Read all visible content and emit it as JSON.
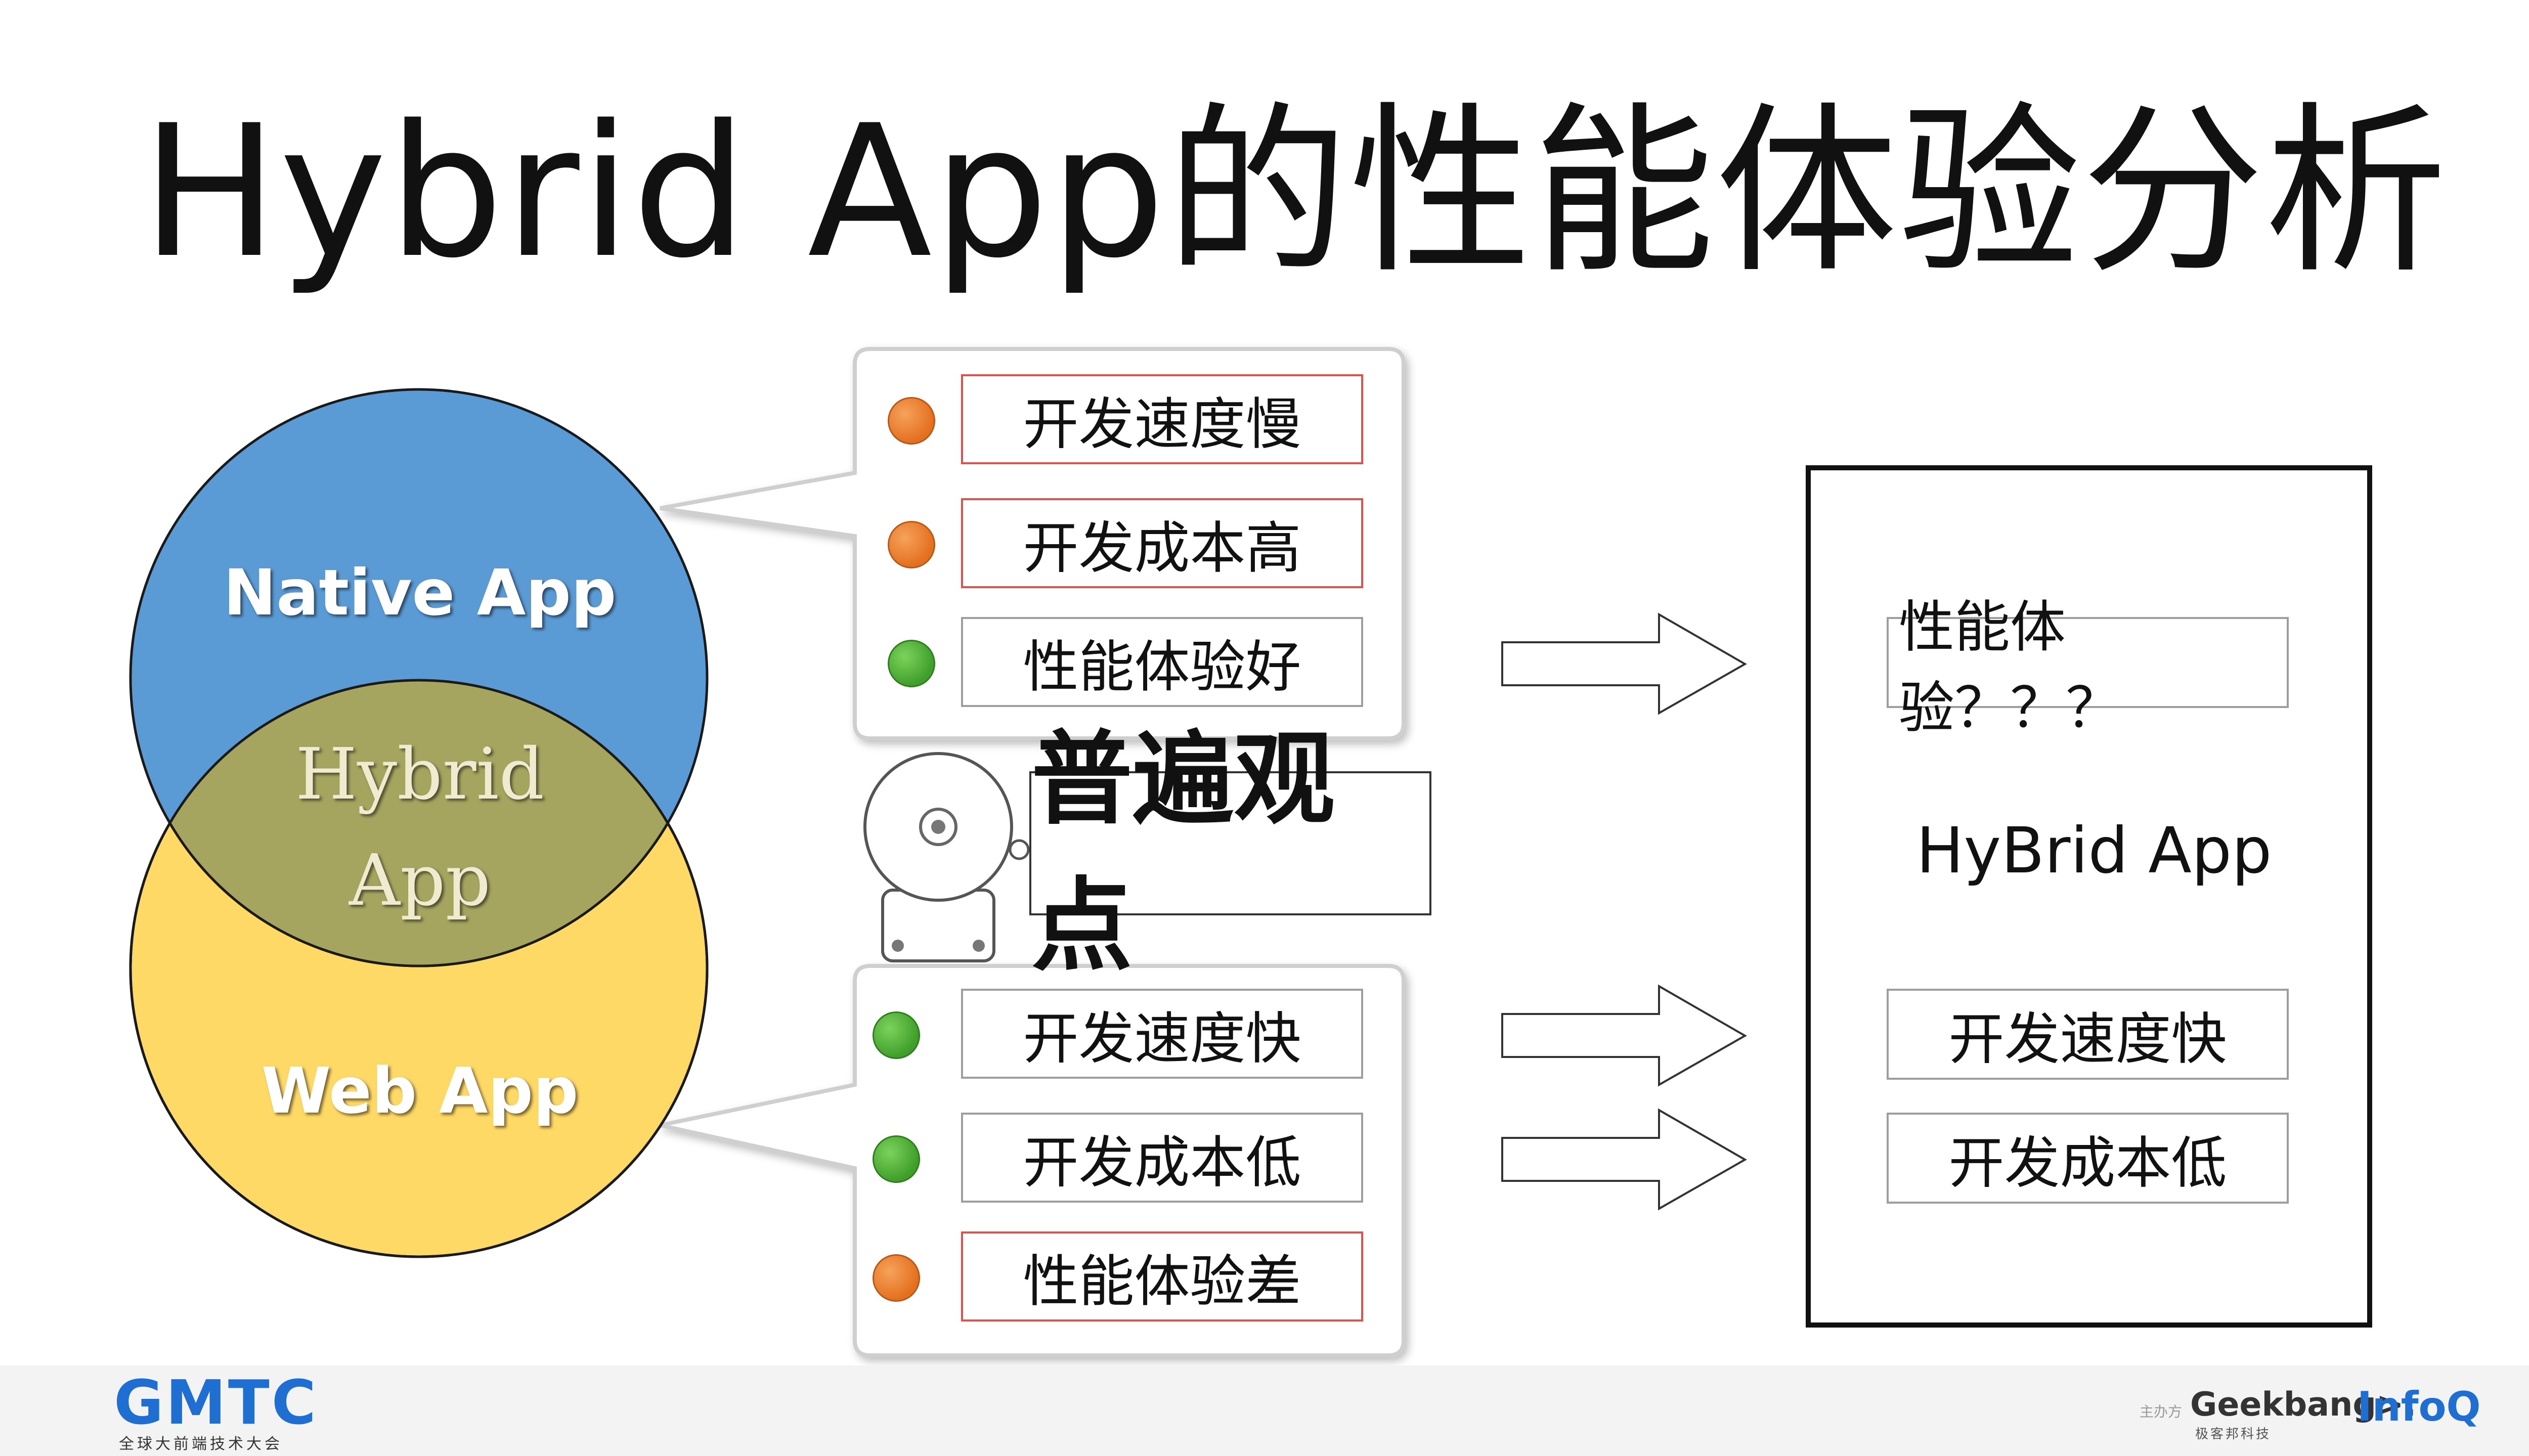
{
  "title": "Hybrid App的性能体验分析",
  "venn": {
    "native_label": "Native App",
    "hybrid_label_line1": "Hybrid",
    "hybrid_label_line2": "App",
    "web_label": "Web App",
    "native_color": "#5b9bd5",
    "web_color": "#ffd966",
    "overlap_color": "#a6a560"
  },
  "native_items": [
    {
      "label": "开发速度慢",
      "status": "orange"
    },
    {
      "label": "开发成本高",
      "status": "orange"
    },
    {
      "label": "性能体验好",
      "status": "green"
    }
  ],
  "web_items": [
    {
      "label": "开发速度快",
      "status": "green"
    },
    {
      "label": "开发成本低",
      "status": "green"
    },
    {
      "label": "性能体验差",
      "status": "orange"
    }
  ],
  "common_view": "普遍观点",
  "hybrid_box": {
    "performance": "性能体验？？？",
    "name": "HyBrid App",
    "speed": "开发速度快",
    "cost": "开发成本低"
  },
  "footer": {
    "left_logo": "GMTC",
    "left_subtitle": "全球大前端技术大会",
    "organizer_label": "主办方",
    "geekbang": "Geekbang>.",
    "geekbang_sub": "极客邦科技",
    "infoq": "InfoQ"
  }
}
